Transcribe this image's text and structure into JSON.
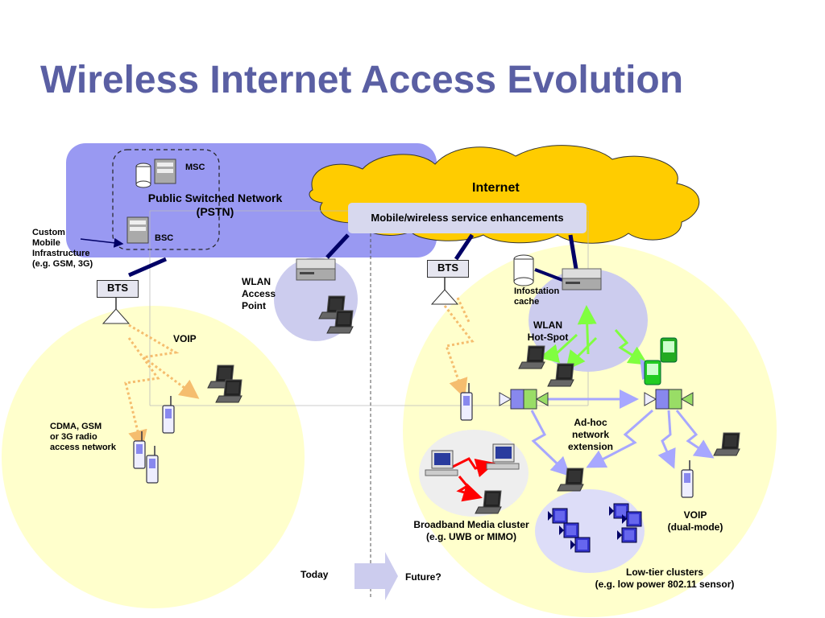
{
  "title": "Wireless Internet Access Evolution",
  "labels": {
    "msc": "MSC",
    "bsc": "BSC",
    "pstn": "Public Switched Network\n(PSTN)",
    "custom": "Custom\nMobile\nInfrastructure\n(e.g. GSM, 3G)",
    "bts_left": "BTS",
    "bts_right": "BTS",
    "internet": "Internet",
    "service": "Mobile/wireless service enhancements",
    "wlan_ap": "WLAN\nAccess\nPoint",
    "voip_left": "VOIP",
    "cdma": "CDMA, GSM\nor 3G radio\naccess network",
    "infostation": "Infostation\ncache",
    "hotspot": "WLAN\nHot-Spot",
    "adhoc": "Ad-hoc\nnetwork\nextension",
    "broadband": "Broadband Media cluster\n(e.g. UWB or MIMO)",
    "voip_right": "VOIP\n(dual-mode)",
    "lowtier": "Low-tier clusters\n(e.g. low power 802.11 sensor)",
    "today": "Today",
    "future": "Future?"
  },
  "colors": {
    "title": "#5a5fa3",
    "pstn_region": "#9999f2",
    "internet_cloud": "#ffcc00",
    "coverage": "#ffffcc",
    "hotspot": "#ccccee",
    "link": "#000066",
    "radio": "#f5bd6e",
    "wlan_link": "#80ff40",
    "adhoc_link": "#a7a7ff",
    "broadband_link": "#ff0000"
  }
}
